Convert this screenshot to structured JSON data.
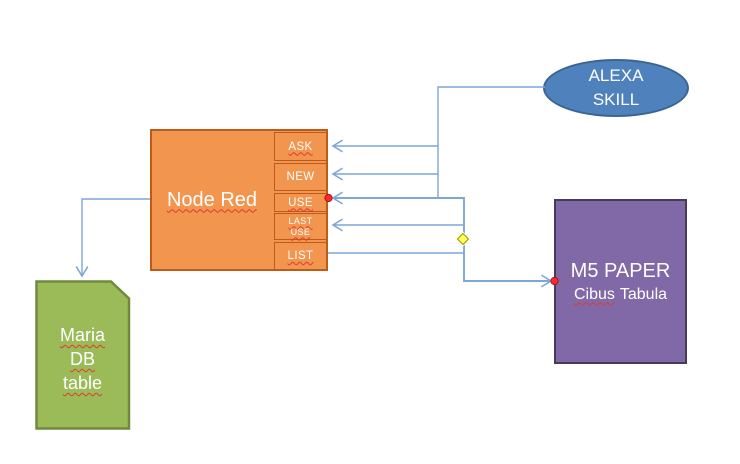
{
  "node_red": {
    "title": "Node Red",
    "ports": [
      "ASK",
      "NEW",
      "USE",
      "LAST\nUSE",
      "LIST"
    ]
  },
  "alexa_skill": {
    "label": "ALEXA\nSKILL"
  },
  "m5_paper": {
    "title": "M5 PAPER",
    "subtitle_word1": "Cibus",
    "subtitle_word2": "Tabula"
  },
  "maria_db": {
    "label": "Maria\nDB\ntable"
  },
  "colors": {
    "orange_fill": "#F2954E",
    "orange_border": "#BE5B1B",
    "blue_fill": "#4F81BD",
    "blue_border": "#3A6494",
    "purple_fill": "#8168A6",
    "purple_border": "#463C59",
    "green_fill": "#9BBB59",
    "green_border": "#71893F",
    "connector": "#7EA6D9",
    "endpoint_red": "#FF2A2A",
    "handle_yellow": "#FFFF5E",
    "spellcheck_red": "#E03A2F"
  }
}
